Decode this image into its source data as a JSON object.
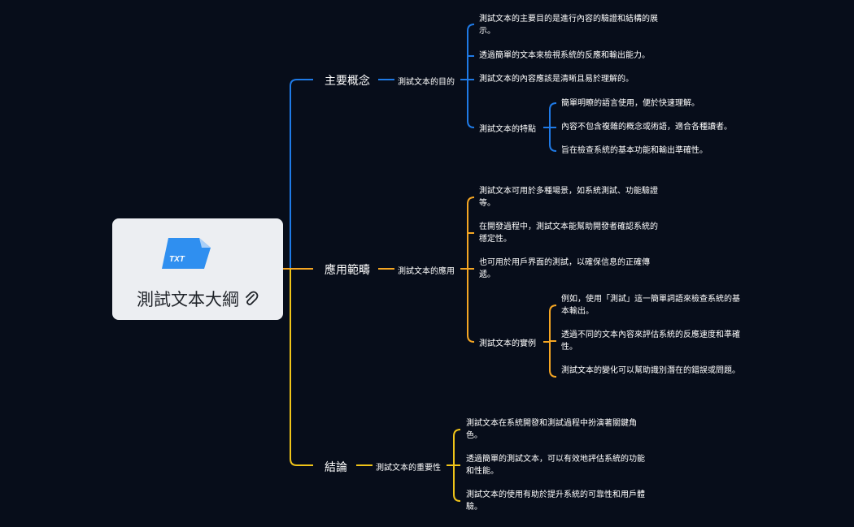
{
  "root": {
    "title": "測試文本大綱",
    "icon_label": "TXT"
  },
  "colors": {
    "background": "#070d1a",
    "blue": "#1f7ae6",
    "orange": "#f5a623",
    "yellow": "#f0c419",
    "card": "#eceef2"
  },
  "branches": [
    {
      "label": "主要概念",
      "sub": "測試文本的目的",
      "items": [
        "測試文本的主要目的是進行內容的驗證和結構的展示。",
        "透過簡單的文本來檢視系統的反應和輸出能力。",
        "測試文本的內容應該是清晰且易於理解的。"
      ],
      "group": {
        "label": "測試文本的特點",
        "items": [
          "簡單明瞭的語言使用，便於快速理解。",
          "內容不包含複雜的概念或術語，適合各種讀者。",
          "旨在檢查系統的基本功能和輸出準確性。"
        ]
      }
    },
    {
      "label": "應用範疇",
      "sub": "測試文本的應用",
      "items": [
        "測試文本可用於多種場景，如系統測試、功能驗證等。",
        "在開發過程中，測試文本能幫助開發者確認系統的穩定性。",
        "也可用於用戶界面的測試，以確保信息的正確傳遞。"
      ],
      "group": {
        "label": "測試文本的實例",
        "items": [
          "例如，使用「測試」這一簡單詞語來檢查系統的基本輸出。",
          "透過不同的文本內容來評估系統的反應速度和準確性。",
          "測試文本的變化可以幫助識別潛在的錯誤或問題。"
        ]
      }
    },
    {
      "label": "結論",
      "sub": "測試文本的重要性",
      "items": [
        "測試文本在系統開發和測試過程中扮演著關鍵角色。",
        "透過簡單的測試文本，可以有效地評估系統的功能和性能。",
        "測試文本的使用有助於提升系統的可靠性和用戶體驗。"
      ]
    }
  ]
}
